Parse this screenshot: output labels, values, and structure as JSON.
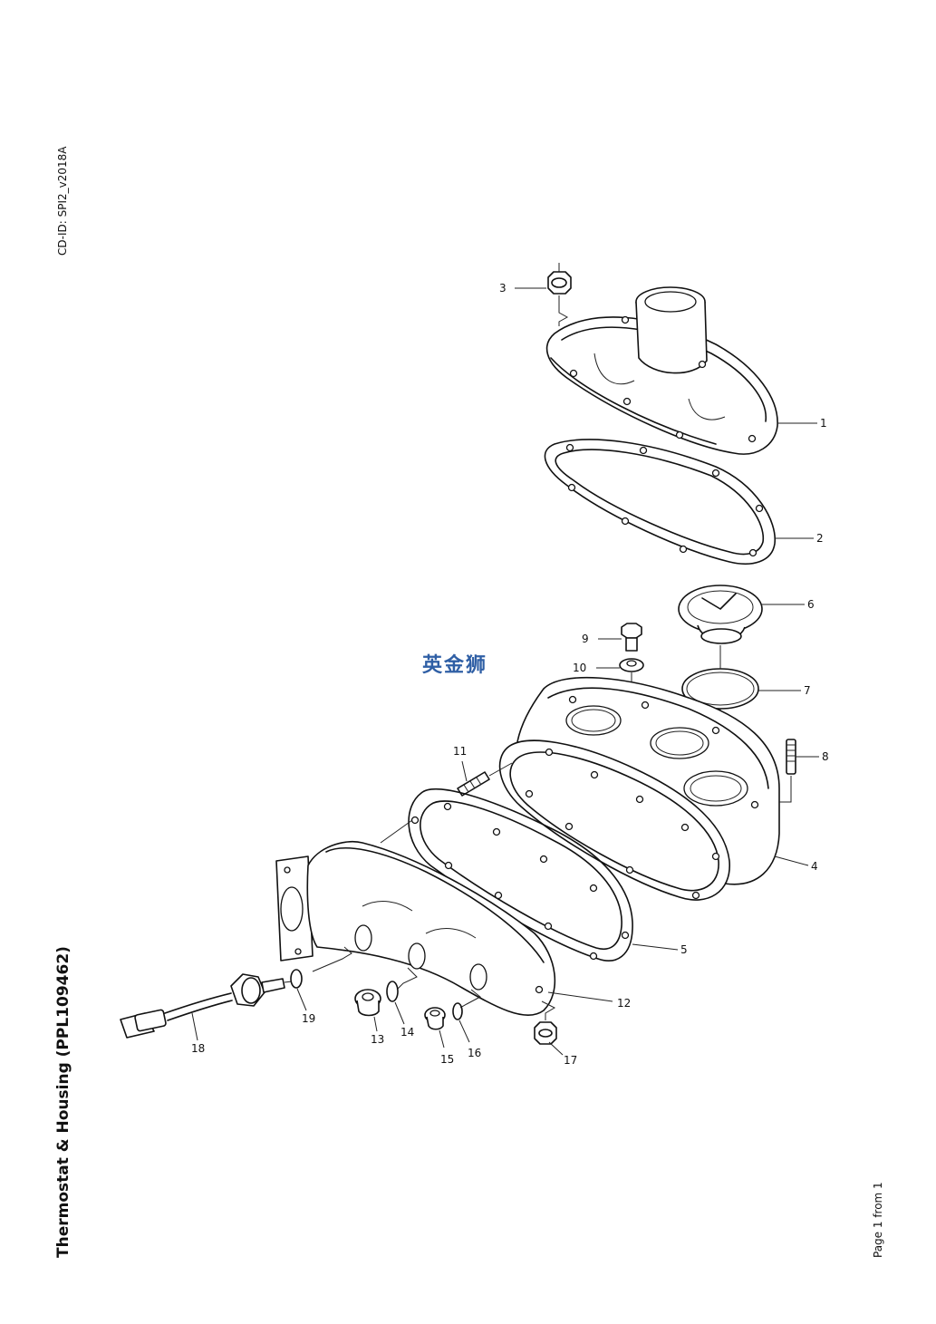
{
  "header": {
    "cd_id": "CD-ID: SPI2_v2018A",
    "title": "Thermostat & Housing (PPL109462)",
    "page": "Page 1 from 1"
  },
  "watermark": "英金狮",
  "callouts": [
    {
      "label": "1"
    },
    {
      "label": "2"
    },
    {
      "label": "3"
    },
    {
      "label": "4"
    },
    {
      "label": "5"
    },
    {
      "label": "6"
    },
    {
      "label": "7"
    },
    {
      "label": "8"
    },
    {
      "label": "9"
    },
    {
      "label": "10"
    },
    {
      "label": "11"
    },
    {
      "label": "12"
    },
    {
      "label": "13"
    },
    {
      "label": "14"
    },
    {
      "label": "15"
    },
    {
      "label": "16"
    },
    {
      "label": "17"
    },
    {
      "label": "18"
    },
    {
      "label": "19"
    }
  ]
}
